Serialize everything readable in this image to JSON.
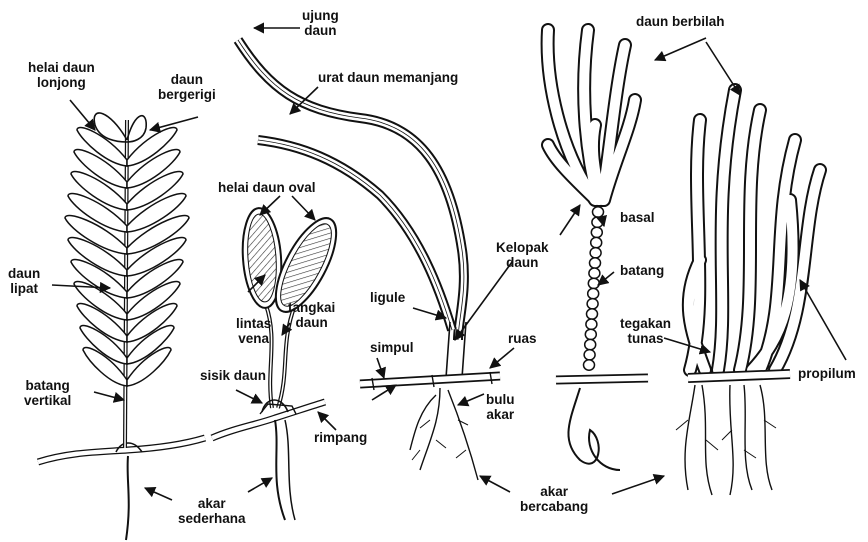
{
  "labels": {
    "ujung_daun": [
      "ujung",
      "daun"
    ],
    "urat_daun_memanjang": "urat daun memanjang",
    "daun_berbilah": "daun berbilah",
    "helai_daun_lonjong": [
      "helai daun",
      "lonjong"
    ],
    "daun_bergerigi": [
      "daun",
      "bergerigi"
    ],
    "helai_daun_oval": "helai daun oval",
    "basal": "basal",
    "kelopak_daun": [
      "Kelopak",
      "daun"
    ],
    "batang": "batang",
    "daun_lipat": [
      "daun",
      "lipat"
    ],
    "ligule": "ligule",
    "lintas_vena": [
      "lintas",
      "vena"
    ],
    "tangkai_daun": [
      "tangkai",
      "daun"
    ],
    "simpul": "simpul",
    "ruas": "ruas",
    "tegakan_tunas": [
      "tegakan",
      "tunas"
    ],
    "propilum": "propilum",
    "batang_vertikal": [
      "batang",
      "vertikal"
    ],
    "sisik_daun": "sisik daun",
    "bulu_akar": [
      "bulu",
      "akar"
    ],
    "rimpang": "rimpang",
    "akar_sederhana": [
      "akar",
      "sederhana"
    ],
    "akar_bercabang": [
      "akar",
      "bercabang"
    ]
  },
  "colors": {
    "ink": "#111111",
    "leaf_fill": "#ffffff",
    "vein_fill": "#d9d9d9"
  }
}
